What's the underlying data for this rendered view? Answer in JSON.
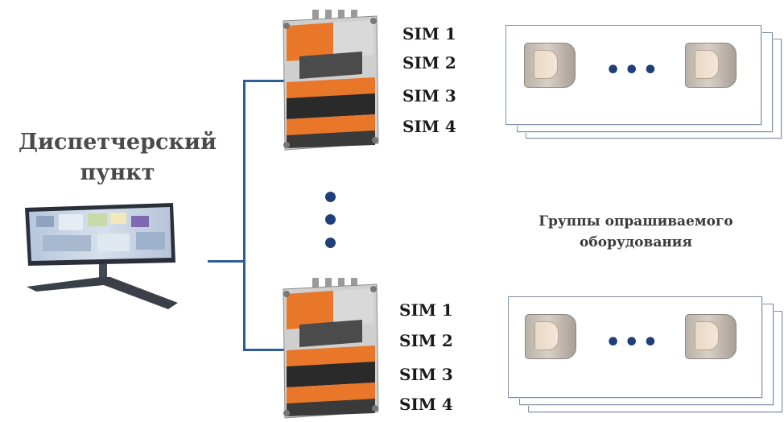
{
  "dispatch": {
    "line1": "Диспетчерский",
    "line2": "пункт"
  },
  "gateway_top": {
    "sims": [
      "SIM 1",
      "SIM 2",
      "SIM 3",
      "SIM 4"
    ]
  },
  "gateway_bottom": {
    "sims": [
      "SIM 1",
      "SIM 2",
      "SIM 3",
      "SIM 4"
    ]
  },
  "group_label": {
    "line1": "Группы опрашиваемого",
    "line2": "оборудования"
  },
  "ellipsis": "•••",
  "colors": {
    "line": "#2f5d9a",
    "dots": "#1f3f78",
    "gateway_orange": "#e8772a"
  },
  "icons": {
    "workstation": "monitor-icon",
    "gateway": "router-device-icon",
    "meter": "electric-meter-icon"
  }
}
